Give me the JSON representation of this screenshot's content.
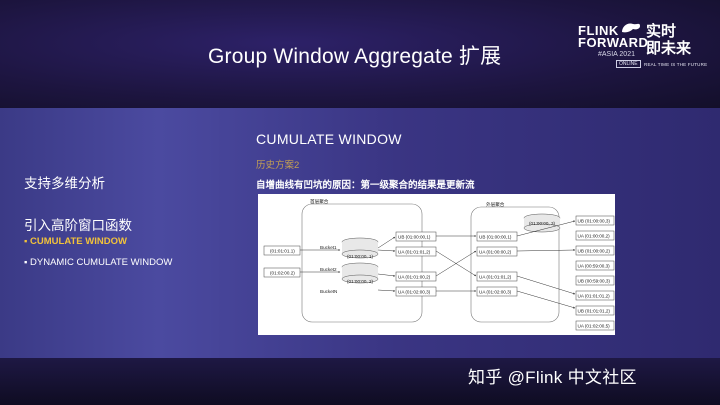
{
  "slide": {
    "title": "Group Window Aggregate 扩展"
  },
  "logo": {
    "line1": "FLINK",
    "line2": "FORWARD",
    "line3": "#ASIA 2021",
    "line4": "ONLINE",
    "cn_line1": "实时",
    "cn_line2": "即未来",
    "tagline": "REAL TIME IS THE FUTURE"
  },
  "left": {
    "heading1": "支持多维分析",
    "heading2": "引入高阶窗口函数",
    "bullets": [
      "CUMULATE WINDOW",
      "DYNAMIC CUMULATE WINDOW"
    ]
  },
  "right": {
    "title": "CUMULATE WINDOW",
    "subtitle": "历史方案2",
    "caption": "自增曲线有凹坑的原因：第一级聚合的结果是更新流"
  },
  "diagram": {
    "inner_label": "首层聚合",
    "outer_label": "外层聚合",
    "sources": [
      "(01:01:01.1)",
      "(01:02:00.2)"
    ],
    "buckets": [
      "Bucket1",
      "Bucket2",
      "BucketN"
    ],
    "bucket_states": [
      "(01:00:00, 1)",
      "(01:00:00, 2)"
    ],
    "mid_records": [
      "UB (01:00:00,1)",
      "UA (01:01:01,2)",
      "UA (01:01:00,2)",
      "UA (01:02:00,3)"
    ],
    "outer_records": [
      "UB (01:00:00,1)",
      "UA (01:00:00,2)",
      "UA (01:01:01,2)",
      "UA (01:02:00,3)"
    ],
    "outer_state": "(01:00:00, 3)",
    "results": [
      "UB (01:00:00,3)",
      "UA (01:00:00,2)",
      "UB (01:00:00,2)",
      "UA (00:59:00,3)",
      "UB (00:59:00,3)",
      "UA (01:01:01,2)",
      "UB (01:01:01,2)",
      "UA (01:02:00,5)"
    ]
  },
  "watermark": "知乎 @Flink 中文社区"
}
